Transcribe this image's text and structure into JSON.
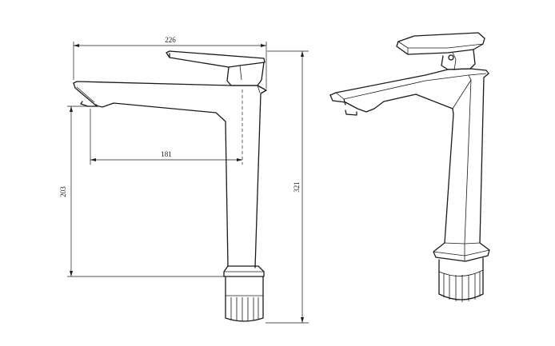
{
  "dimensions": {
    "overall_width": "226",
    "spout_reach": "181",
    "spout_height": "203",
    "overall_height": "321"
  }
}
